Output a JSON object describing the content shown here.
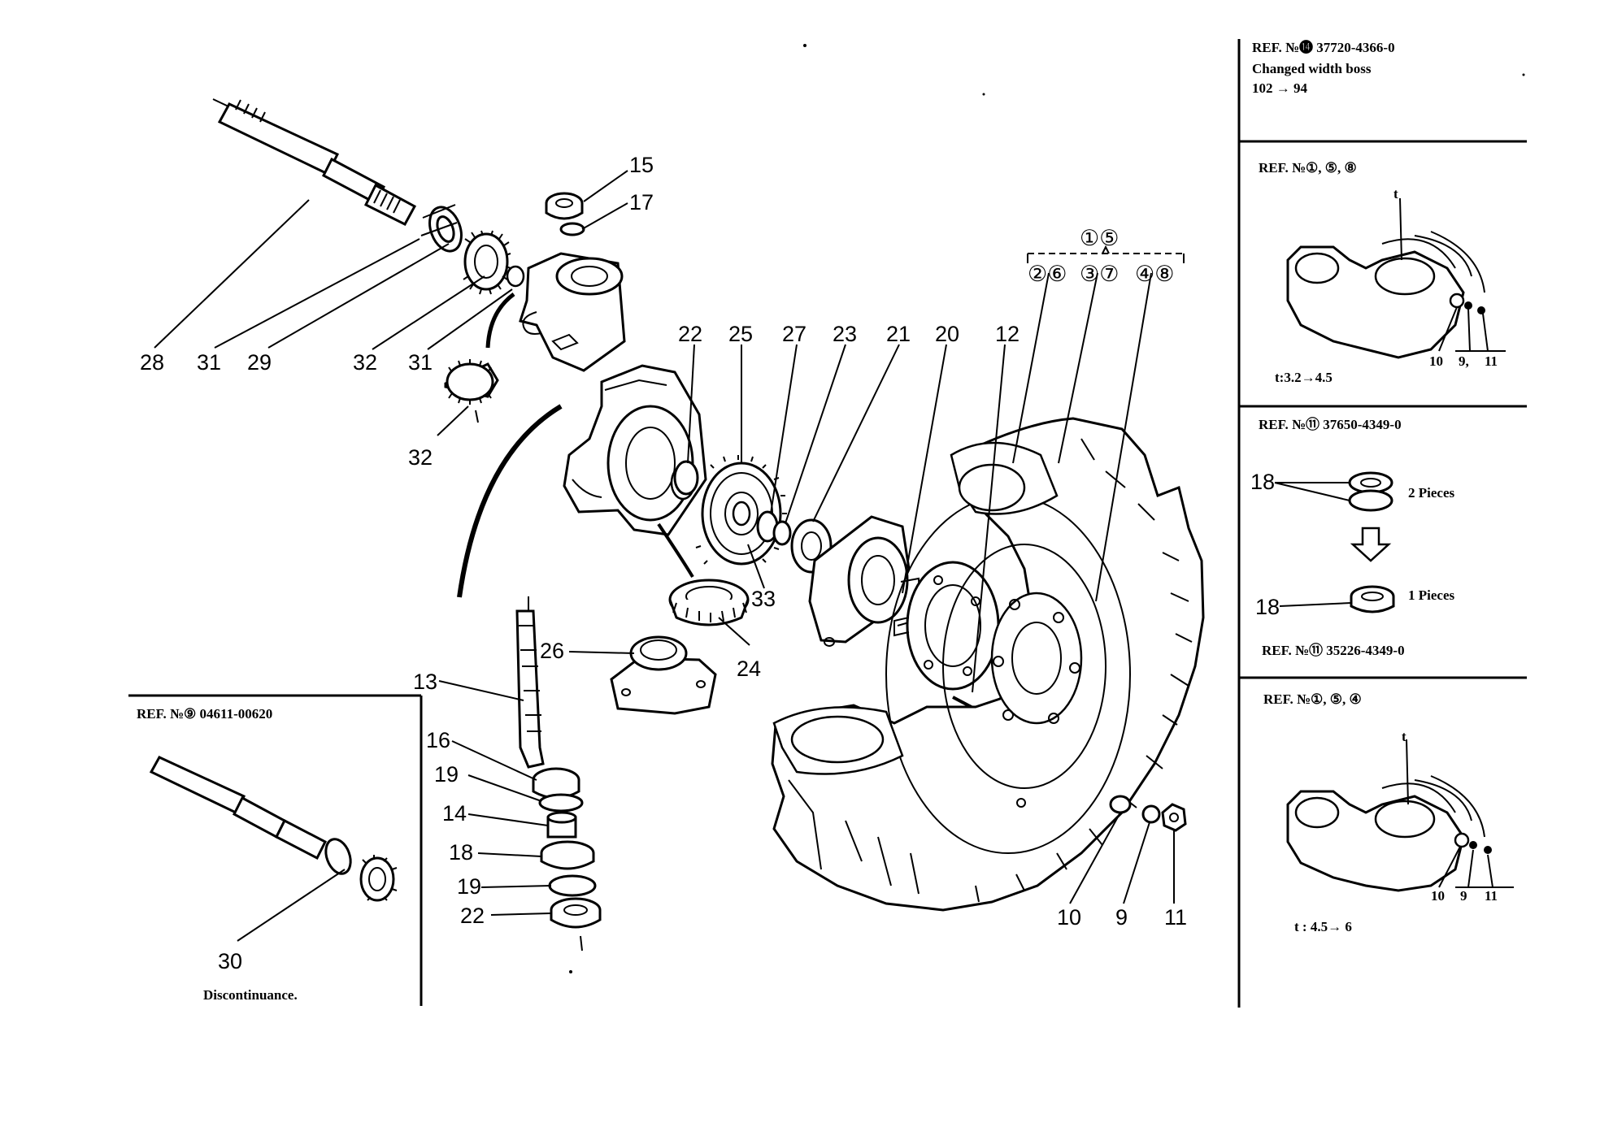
{
  "callouts": {
    "c28": "28",
    "c31a": "31",
    "c29": "29",
    "c32a": "32",
    "c31b": "31",
    "c32b": "32",
    "c15": "15",
    "c17": "17",
    "c22a": "22",
    "c25": "25",
    "c27": "27",
    "c23": "23",
    "c21": "21",
    "c20": "20",
    "c12": "12",
    "c33": "33",
    "c24": "24",
    "c26": "26",
    "c13": "13",
    "c16": "16",
    "c19a": "19",
    "c14": "14",
    "c18": "18",
    "c19b": "19",
    "c22b": "22",
    "c10": "10",
    "c9": "9",
    "c11": "11"
  },
  "wheel_group": {
    "top": "①⑤",
    "sets": [
      "②⑥",
      "③⑦",
      "④⑧"
    ]
  },
  "inset_left": {
    "ref": "REF. №⑨ 04611-00620",
    "callout": "30",
    "note": "Discontinuance."
  },
  "panel_top": {
    "ref": "REF. №⓮ 37720-4366-0",
    "line2": "Changed width boss",
    "line3": "102 → 94"
  },
  "panel_2": {
    "ref": "REF. №①, ⑤, ⑧",
    "t_mark": "t",
    "labels": [
      "10",
      "9,",
      "11"
    ],
    "spec": "t:3.2→4.5"
  },
  "panel_3": {
    "ref": "REF. №⑪ 37650-4349-0",
    "callout_a": "18",
    "qty_a": "2 Pieces",
    "callout_b": "18",
    "qty_b": "1 Pieces",
    "ref_b": "REF. №⑪ 35226-4349-0"
  },
  "panel_4": {
    "ref": "REF. №①, ⑤, ④",
    "t_mark": "t",
    "labels": [
      "10",
      "9",
      "11"
    ],
    "spec": "t : 4.5→ 6"
  }
}
